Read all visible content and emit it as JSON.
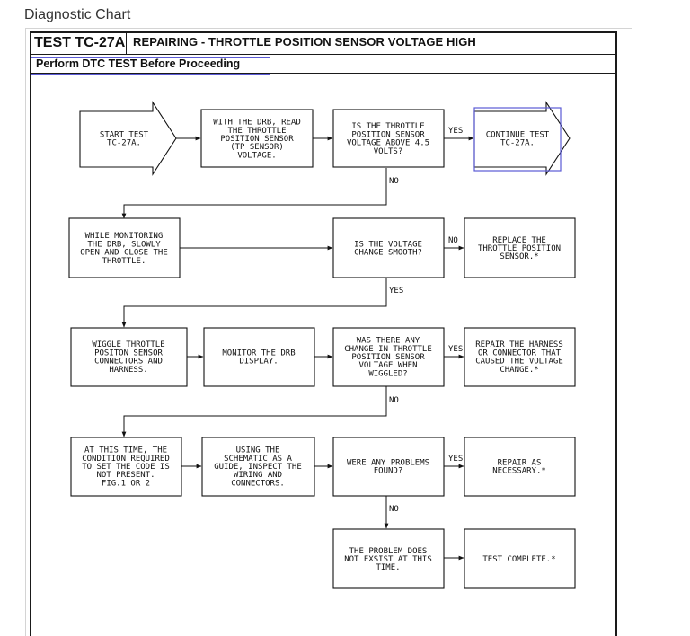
{
  "caption": "Diagnostic Chart",
  "header": {
    "test_id": "TEST TC-27A",
    "title": "REPAIRING - THROTTLE POSITION SENSOR VOLTAGE HIGH",
    "note": "Perform DTC TEST Before Proceeding"
  },
  "nodes": {
    "start": [
      "START TEST",
      "TC-27A."
    ],
    "read_drb": [
      "WITH THE DRB, READ",
      "THE THROTTLE",
      "POSITION SENSOR",
      "(TP SENSOR)",
      "VOLTAGE."
    ],
    "q_above": [
      "IS THE THROTTLE",
      "POSITION SENSOR",
      "VOLTAGE ABOVE 4.5",
      "VOLTS?"
    ],
    "continue": [
      "CONTINUE TEST",
      "TC-27A."
    ],
    "monitor_open": [
      "WHILE MONITORING",
      "THE DRB, SLOWLY",
      "OPEN AND CLOSE THE",
      "THROTTLE."
    ],
    "q_smooth": [
      "IS THE VOLTAGE",
      "CHANGE SMOOTH?"
    ],
    "replace": [
      "REPLACE THE",
      "THROTTLE POSITION",
      "SENSOR.*"
    ],
    "wiggle": [
      "WIGGLE THROTTLE",
      "POSITON SENSOR",
      "CONNECTORS AND",
      "HARNESS."
    ],
    "monitor_display": [
      "MONITOR THE DRB",
      "DISPLAY."
    ],
    "q_change": [
      "WAS THERE ANY",
      "CHANGE IN THROTTLE",
      "POSITION SENSOR",
      "VOLTAGE WHEN",
      "WIGGLED?"
    ],
    "repair_harness": [
      "REPAIR THE HARNESS",
      "OR CONNECTOR THAT",
      "CAUSED THE VOLTAGE",
      "CHANGE.*"
    ],
    "condition": [
      "AT THIS TIME, THE",
      "CONDITION REQUIRED",
      "TO SET THE CODE IS",
      "NOT PRESENT.",
      "FIG.1 OR 2"
    ],
    "schematic": [
      "USING THE",
      "SCHEMATIC AS A",
      "GUIDE, INSPECT THE",
      "WIRING AND",
      "CONNECTORS."
    ],
    "q_problems": [
      "WERE ANY PROBLEMS",
      "FOUND?"
    ],
    "repair_necessary": [
      "REPAIR AS",
      "NECESSARY.*"
    ],
    "not_exist": [
      "THE PROBLEM DOES",
      "NOT EXSIST AT THIS",
      "TIME."
    ],
    "complete": [
      "TEST COMPLETE.*"
    ]
  },
  "labels": {
    "yes": "YES",
    "no": "NO"
  }
}
